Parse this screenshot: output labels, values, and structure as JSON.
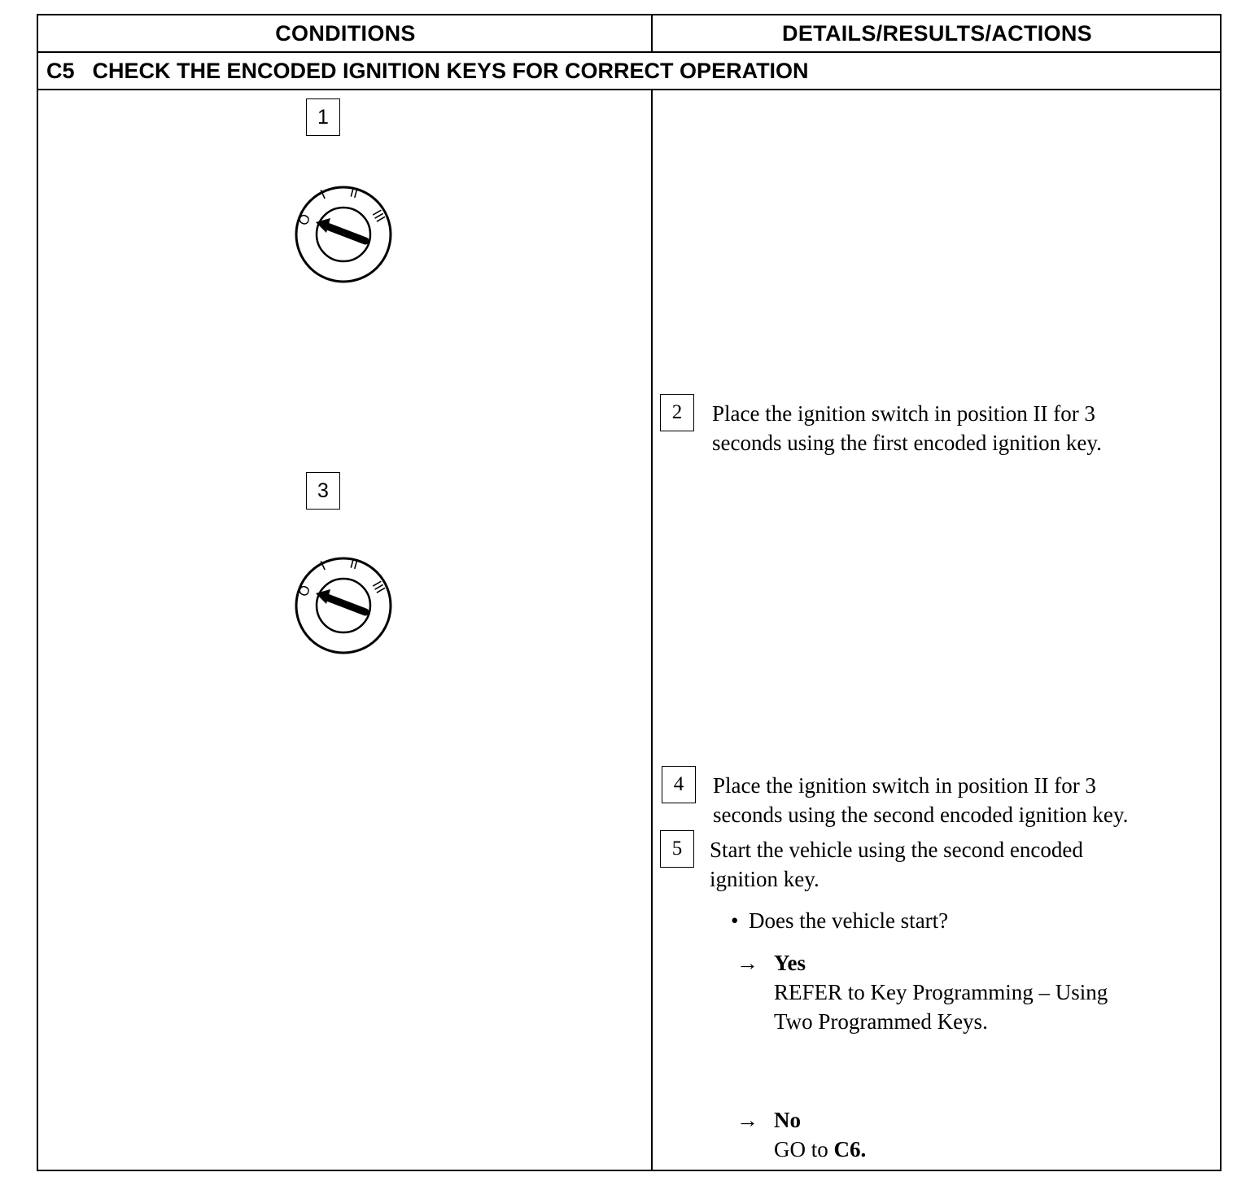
{
  "header": {
    "conditions": "CONDITIONS",
    "details": "DETAILS/RESULTS/ACTIONS"
  },
  "section": {
    "code": "C5",
    "title": "CHECK THE ENCODED IGNITION KEYS FOR CORRECT OPERATION"
  },
  "conditions": {
    "step1": "1",
    "step3": "3",
    "dial_labels": [
      "O",
      "I",
      "II",
      "III"
    ]
  },
  "steps": [
    {
      "number": "2",
      "line1": "Place the ignition switch in position II for 3",
      "line2": "seconds using the first encoded ignition key."
    },
    {
      "number": "4",
      "line1": "Place the ignition switch in position II for 3",
      "line2": "seconds using the second encoded ignition key."
    },
    {
      "number": "5",
      "line1": "Start the vehicle using the second encoded",
      "line2": "ignition  key."
    }
  ],
  "question": "Does the vehicle start?",
  "answers": {
    "yes": {
      "arrow": "→",
      "label": "Yes",
      "line1": "REFER to Key Programming – Using",
      "line2": "Two Programmed Keys."
    },
    "no": {
      "arrow": "→",
      "label": "No",
      "text_prefix": "GO to ",
      "text_bold": "C6."
    }
  }
}
